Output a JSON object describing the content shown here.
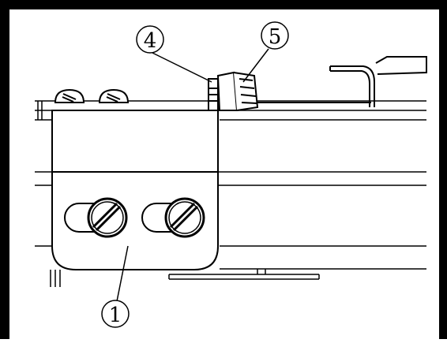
{
  "diagram": {
    "callouts": [
      {
        "id": "part-1",
        "label": "1"
      },
      {
        "id": "part-4",
        "label": "4"
      },
      {
        "id": "part-5",
        "label": "5"
      }
    ],
    "colors": {
      "ink": "#000000",
      "paper": "#ffffff"
    }
  }
}
